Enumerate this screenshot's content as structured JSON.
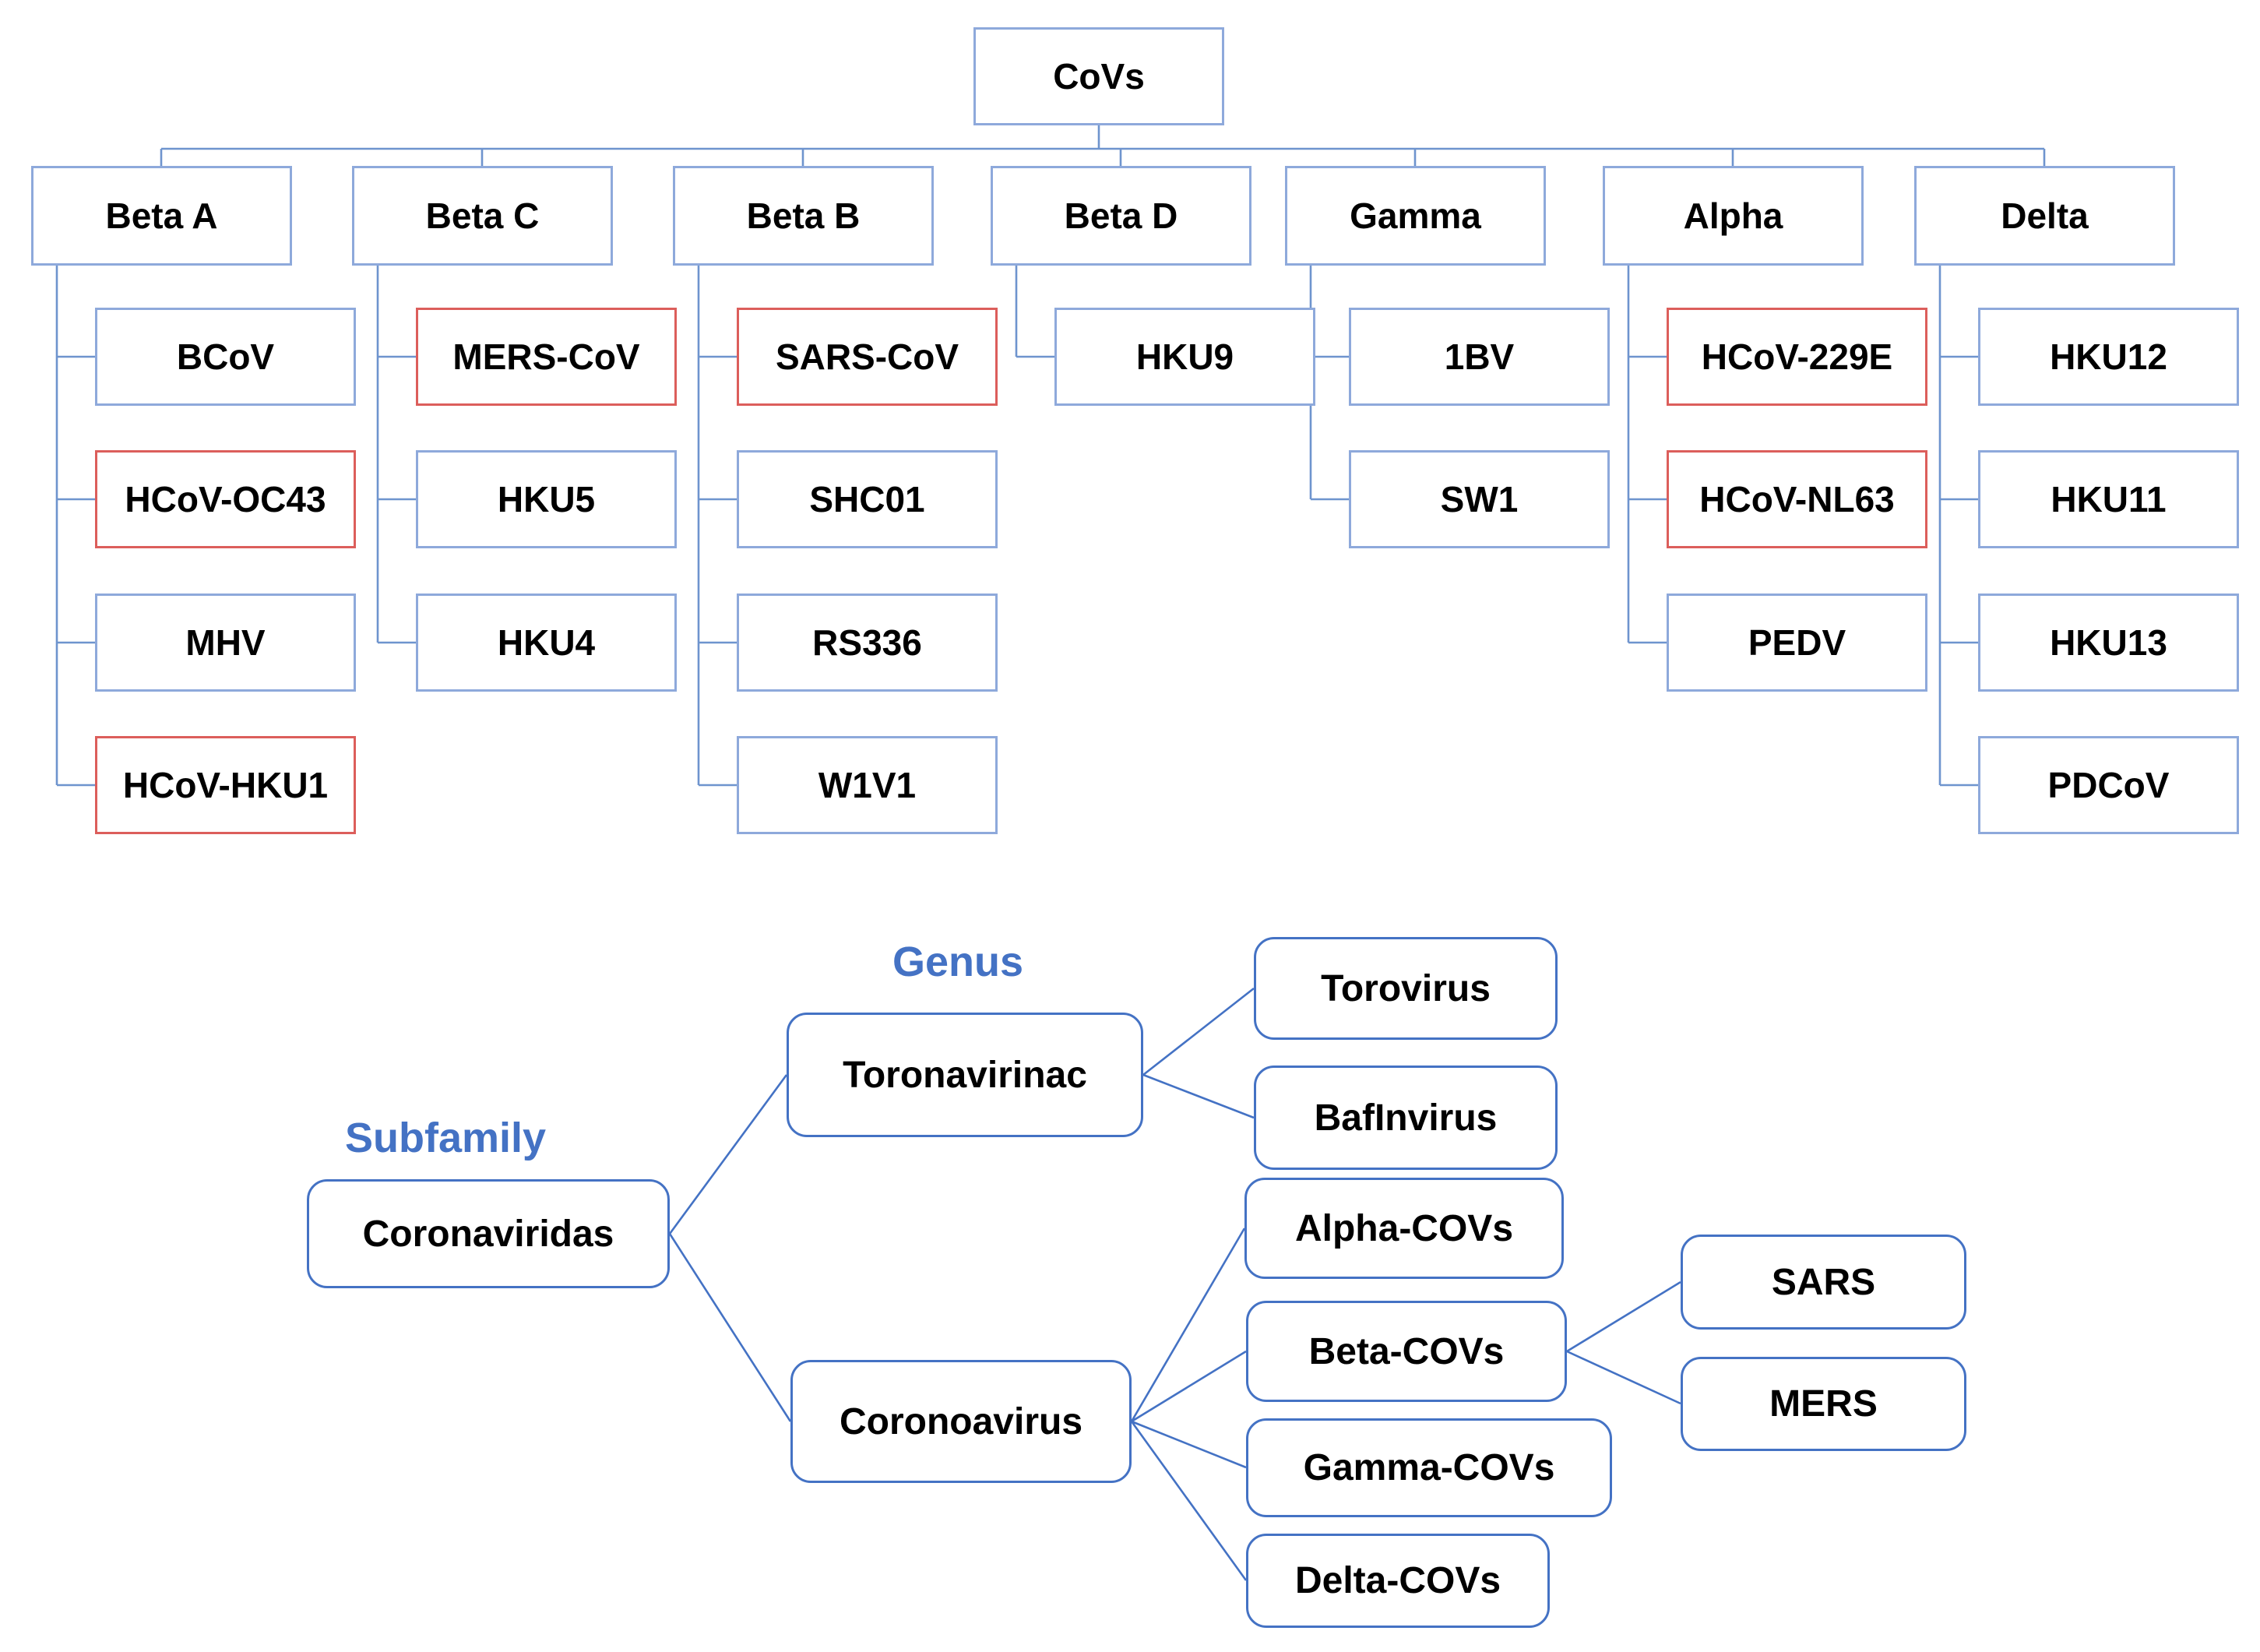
{
  "colors": {
    "background": "#FFFFFF",
    "node_border_blue": "#8EA9DB",
    "node_border_red": "#DC5E5B",
    "connector_blue": "#6E94CE",
    "rounded_border_blue": "#4472C4",
    "level_label_blue": "#4472C4",
    "text_black": "#000000"
  },
  "top_tree": {
    "root": "CoVs",
    "columns": [
      {
        "label": "Beta A",
        "children": [
          {
            "label": "BCoV",
            "highlight": false
          },
          {
            "label": "HCoV-OC43",
            "highlight": true
          },
          {
            "label": "MHV",
            "highlight": false
          },
          {
            "label": "HCoV-HKU1",
            "highlight": true
          }
        ]
      },
      {
        "label": "Beta C",
        "children": [
          {
            "label": "MERS-CoV",
            "highlight": true
          },
          {
            "label": "HKU5",
            "highlight": false
          },
          {
            "label": "HKU4",
            "highlight": false
          }
        ]
      },
      {
        "label": "Beta B",
        "children": [
          {
            "label": "SARS-CoV",
            "highlight": true
          },
          {
            "label": "SHC01",
            "highlight": false
          },
          {
            "label": "RS336",
            "highlight": false
          },
          {
            "label": "W1V1",
            "highlight": false
          }
        ]
      },
      {
        "label": "Beta D",
        "children": [
          {
            "label": "HKU9",
            "highlight": false
          }
        ]
      },
      {
        "label": "Gamma",
        "children": [
          {
            "label": "1BV",
            "highlight": false
          },
          {
            "label": "SW1",
            "highlight": false
          }
        ]
      },
      {
        "label": "Alpha",
        "children": [
          {
            "label": "HCoV-229E",
            "highlight": true
          },
          {
            "label": "HCoV-NL63",
            "highlight": true
          },
          {
            "label": "PEDV",
            "highlight": false
          }
        ]
      },
      {
        "label": "Delta",
        "children": [
          {
            "label": "HKU12",
            "highlight": false
          },
          {
            "label": "HKU11",
            "highlight": false
          },
          {
            "label": "HKU13",
            "highlight": false
          },
          {
            "label": "PDCoV",
            "highlight": false
          }
        ]
      }
    ]
  },
  "bottom_tree": {
    "labels": {
      "subfamily": "Subfamily",
      "genus": "Genus"
    },
    "subfamily": {
      "label": "Coronaviridas",
      "children": [
        {
          "label": "Toronavirinac",
          "children": [
            {
              "label": "Torovirus"
            },
            {
              "label": "BafInvirus"
            }
          ]
        },
        {
          "label": "Coronoavirus",
          "children": [
            {
              "label": "Alpha-COVs"
            },
            {
              "label": "Beta-COVs",
              "children": [
                {
                  "label": "SARS"
                },
                {
                  "label": "MERS"
                }
              ]
            },
            {
              "label": "Gamma-COVs"
            },
            {
              "label": "Delta-COVs"
            }
          ]
        }
      ]
    }
  }
}
